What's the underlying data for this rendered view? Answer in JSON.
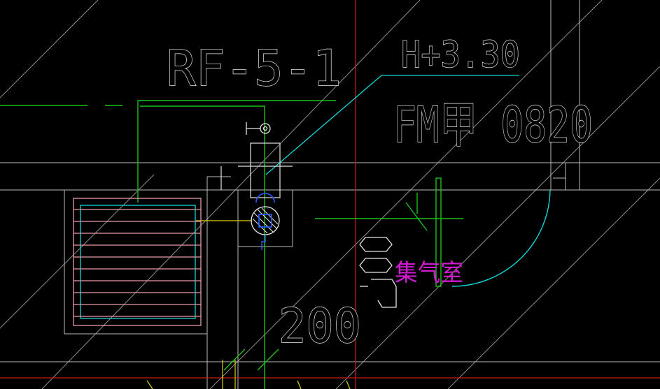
{
  "labels": {
    "tag": "RF-5-1",
    "elevation": "H+3.30",
    "door": "FM甲 0820",
    "room": "集气室",
    "dimension": "200"
  },
  "colors": {
    "background": "#000000",
    "white": "#e6e6e6",
    "green": "#19c219",
    "red": "#d01a1a",
    "cyan": "#12d6d6",
    "magenta": "#d01ad0",
    "pink": "#e89aa6",
    "yellow": "#e0d000",
    "blue": "#2a5cff",
    "grey": "#9a9a9a"
  }
}
